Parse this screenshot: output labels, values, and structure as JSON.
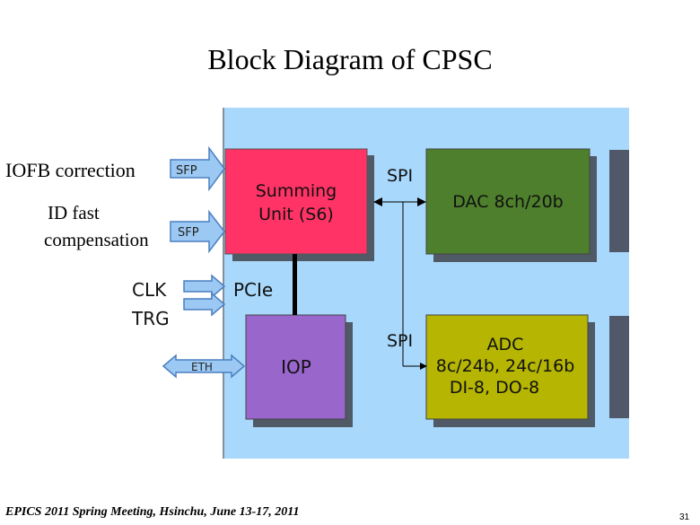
{
  "title": "Block Diagram of CPSC",
  "footer": "EPICS 2011 Spring Meeting, Hsinchu, June 13-17, 2011",
  "slide_number": "31",
  "labels": {
    "iofb": "IOFB correction",
    "id_fast_line1": "ID fast",
    "id_fast_line2": "compensation"
  },
  "blocks": {
    "summing_line1": "Summing",
    "summing_line2": "Unit (S6)",
    "dac": "DAC 8ch/20b",
    "iop": "IOP",
    "adc_line1": "ADC",
    "adc_line2": "8c/24b, 24c/16b",
    "adc_line3": "DI-8, DO-8"
  },
  "arrows": {
    "sfp1": "SFP",
    "sfp2": "SFP",
    "eth": "ETH"
  },
  "bus_labels": {
    "spi_top": "SPI",
    "spi_bottom": "SPI",
    "pcie": "PCIe",
    "clk": "CLK",
    "trg": "TRG"
  },
  "colors": {
    "board": "#a8d8fb",
    "summing": "#ff3366",
    "dac": "#4e7f2c",
    "iop": "#9966cc",
    "adc": "#b5b502",
    "arrow_fill": "#9cc9f4",
    "arrow_stroke": "#4a7fc0",
    "shadow": "#505a66"
  }
}
